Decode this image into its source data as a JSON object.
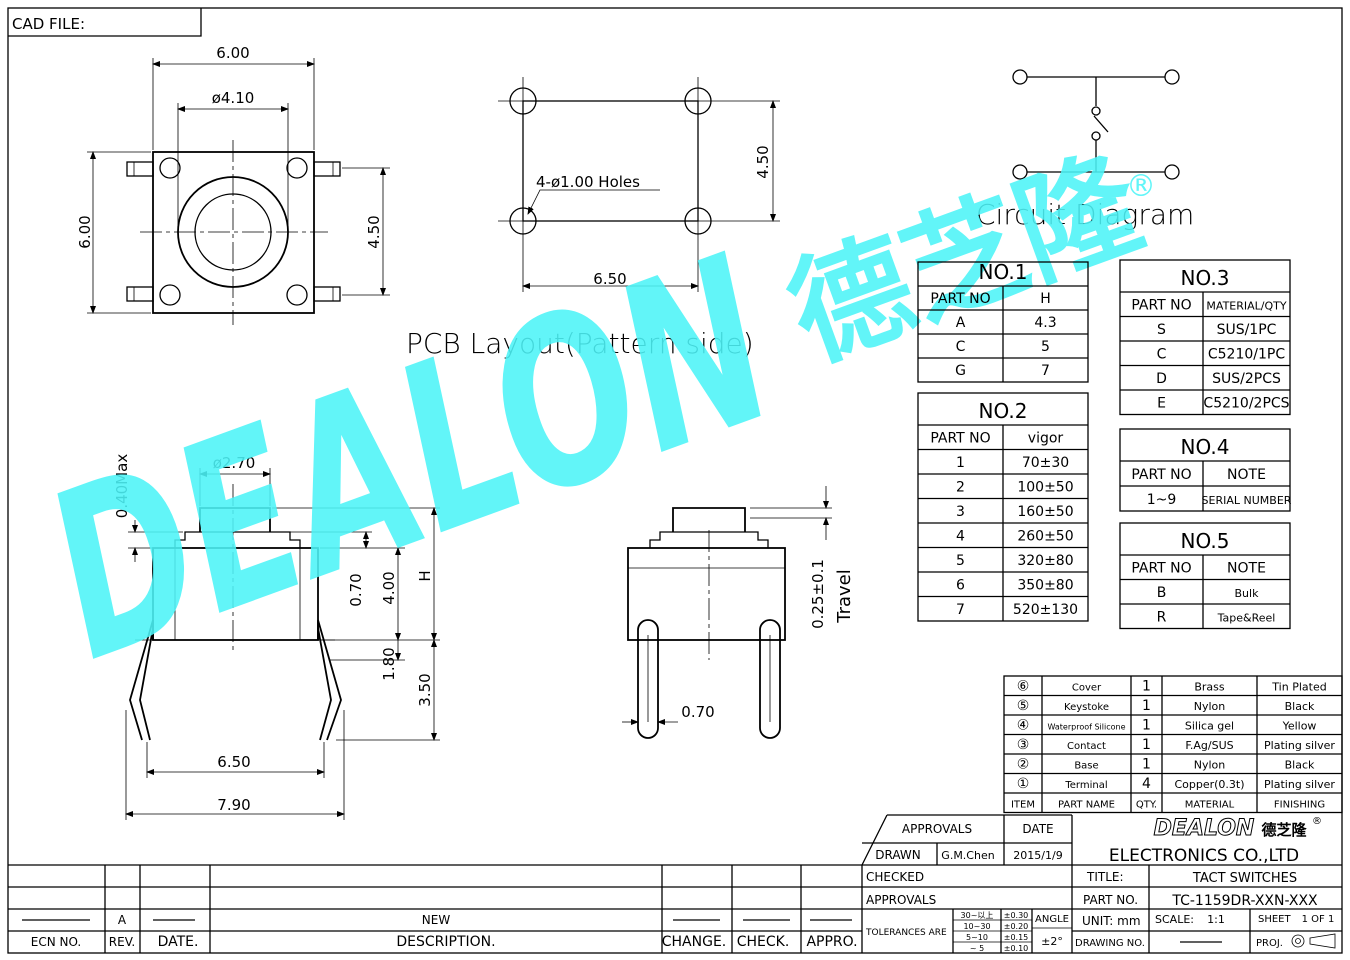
{
  "header": {
    "cad_file_label": "CAD FILE:"
  },
  "top_view": {
    "dim_width": "6.00",
    "dim_button": "ø4.10",
    "dim_height": "6.00",
    "dim_pin_pitch": "4.50"
  },
  "pcb_layout": {
    "holes_note": "4-ø1.00  Holes",
    "dim_height": "4.50",
    "dim_width": "6.50",
    "title": "PCB  Layout(Pattern  side)"
  },
  "circuit": {
    "title": "Circuit  Diagram"
  },
  "side_view": {
    "dim_plunger": "ø2.70",
    "dim_max": "0.40Max",
    "dim_070": "0.70",
    "dim_400": "4.00",
    "dim_h": "H",
    "dim_180": "1.80",
    "dim_350": "3.50",
    "dim_650": "6.50",
    "dim_790": "7.90"
  },
  "end_view": {
    "dim_travel": "0.25±0.1",
    "travel_label": "Travel",
    "dim_pin": "0.70"
  },
  "watermark": {
    "brand": "DEALON",
    "brand_cn": "德芝隆",
    "reg": "®"
  },
  "table_no1": {
    "title": "NO.1",
    "headers": [
      "PART NO",
      "H"
    ],
    "rows": [
      [
        "A",
        "4.3"
      ],
      [
        "C",
        "5"
      ],
      [
        "G",
        "7"
      ]
    ]
  },
  "table_no2": {
    "title": "NO.2",
    "headers": [
      "PART NO",
      "vigor"
    ],
    "rows": [
      [
        "1",
        "70±30"
      ],
      [
        "2",
        "100±50"
      ],
      [
        "3",
        "160±50"
      ],
      [
        "4",
        "260±50"
      ],
      [
        "5",
        "320±80"
      ],
      [
        "6",
        "350±80"
      ],
      [
        "7",
        "520±130"
      ]
    ]
  },
  "table_no3": {
    "title": "NO.3",
    "headers": [
      "PART  NO",
      "MATERIAL/QTY"
    ],
    "rows": [
      [
        "S",
        "SUS/1PC"
      ],
      [
        "C",
        "C5210/1PC"
      ],
      [
        "D",
        "SUS/2PCS"
      ],
      [
        "E",
        "C5210/2PCS"
      ]
    ]
  },
  "table_no4": {
    "title": "NO.4",
    "headers": [
      "PART  NO",
      "NOTE"
    ],
    "rows": [
      [
        "1~9",
        "SERIAL  NUMBER"
      ]
    ]
  },
  "table_no5": {
    "title": "NO.5",
    "headers": [
      "PART  NO",
      "NOTE"
    ],
    "rows": [
      [
        "B",
        "Bulk"
      ],
      [
        "R",
        "Tape&Reel"
      ]
    ]
  },
  "bom": {
    "rows": [
      [
        "⑥",
        "Cover",
        "1",
        "Brass",
        "Tin  Plated"
      ],
      [
        "⑤",
        "Keystoke",
        "1",
        "Nylon",
        "Black"
      ],
      [
        "④",
        "Waterproof  Silicone",
        "1",
        "Silica  gel",
        "Yellow"
      ],
      [
        "③",
        "Contact",
        "1",
        "F.Ag/SUS",
        "Plating  silver"
      ],
      [
        "②",
        "Base",
        "1",
        "Nylon",
        "Black"
      ],
      [
        "①",
        "Terminal",
        "4",
        "Copper(0.3t)",
        "Plating  silver"
      ]
    ],
    "headers": [
      "ITEM",
      "PART  NAME",
      "QTY.",
      "MATERIAL",
      "FINISHING"
    ]
  },
  "title_block": {
    "approvals_label": "APPROVALS",
    "date_label": "DATE",
    "drawn_label": "DRAWN",
    "drawn_by": "G.M.Chen",
    "drawn_date": "2015/1/9",
    "checked_label": "CHECKED",
    "approvals2_label": "APPROVALS",
    "tolerances_label": "TOLERANCES  ARE",
    "tol_ranges": [
      "30~以上",
      "10~30",
      "5~10",
      "~ 5"
    ],
    "tol_values": [
      "±0.30",
      "±0.20",
      "±0.15",
      "±0.10"
    ],
    "angle_label": "ANGLE",
    "angle_value": "±2°",
    "company": "ELECTRONICS  CO.,LTD",
    "title_label": "TITLE:",
    "title_value": "TACT  SWITCHES",
    "part_no_label": "PART  NO.",
    "part_no_value": "TC-1159DR-XXN-XXX",
    "unit_label": "UNIT:  mm",
    "scale_label": "SCALE:",
    "scale_value": "1:1",
    "sheet_label": "SHEET",
    "sheet_value": "1  OF  1",
    "drawing_no_label": "DRAWING  NO.",
    "proj_label": "PROJ."
  },
  "revision": {
    "row": {
      "rev": "A",
      "description": "NEW"
    },
    "headers": [
      "ECN  NO.",
      "REV.",
      "DATE.",
      "DESCRIPTION.",
      "CHANGE.",
      "CHECK.",
      "APPRO."
    ]
  }
}
